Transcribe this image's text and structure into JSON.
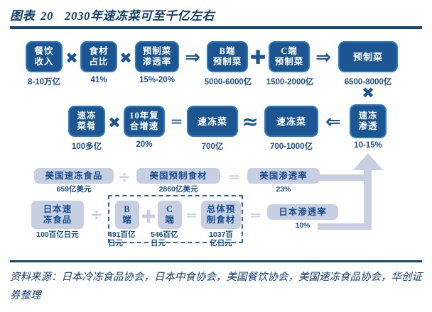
{
  "header": {
    "label": "图表",
    "number": "20",
    "title": "2030年速冻菜可至千亿左右"
  },
  "source": {
    "text": "资料来源：日本冷冻食品协会，日本中食协会，美国餐饮协会，美国速冻食品协会，华创证券整理"
  },
  "colors": {
    "navy_fill": "#1b5692",
    "navy_border": "#2e7cc2",
    "text_blue": "#1b4f8c",
    "light_box": "#c7cfe3",
    "rule": "#10457f",
    "dash_border": "#2a5fa8"
  },
  "row1": {
    "boxes": [
      {
        "label": "餐饮\n收入",
        "caption": "8-10万亿"
      },
      {
        "label": "食材\n占比",
        "caption": "41%"
      },
      {
        "label": "预制菜\n渗透率",
        "caption": "15%-20%"
      },
      {
        "label": "B端\n预制菜",
        "caption": "5000-6000亿"
      },
      {
        "label": "C端\n预制菜",
        "caption": "1500-2000亿"
      },
      {
        "label": "预制菜",
        "caption": "6500-8000亿"
      }
    ],
    "operators": [
      "✖",
      "✖",
      "⇒",
      "✚",
      "⇒"
    ],
    "trailing_operator": "✖"
  },
  "row2": {
    "boxes": [
      {
        "label": "速冻\n菜肴",
        "caption": "100多亿"
      },
      {
        "label": "10年复\n合增速",
        "caption": "20%"
      },
      {
        "label": "速冻菜",
        "caption": "700亿"
      },
      {
        "label": "速冻菜",
        "caption": "700-1000亿"
      },
      {
        "label": "速冻\n渗透",
        "caption": "10-15%"
      }
    ],
    "operators": [
      "✖",
      "═",
      "≈",
      "⇐"
    ]
  },
  "row3": {
    "boxes": [
      {
        "label": "美国速冻食品",
        "caption": "659亿美元"
      },
      {
        "label": "美国预制食材",
        "caption": "2860亿美元"
      },
      {
        "label": "美国渗透率",
        "caption": "23%"
      }
    ],
    "operators": [
      "÷",
      "═"
    ]
  },
  "row4": {
    "boxes": [
      {
        "label": "日本速\n冻食品",
        "caption": "100百亿日元"
      },
      {
        "label": "B\n端",
        "caption": "491百亿\n日元"
      },
      {
        "label": "C\n端",
        "caption": "546百亿\n日元"
      },
      {
        "label": "总体预\n制食材",
        "caption": "1037百\n亿日元"
      },
      {
        "label": "日本渗透率",
        "caption": "10%"
      }
    ],
    "operators": [
      "÷",
      "✚",
      "═",
      "═"
    ]
  }
}
